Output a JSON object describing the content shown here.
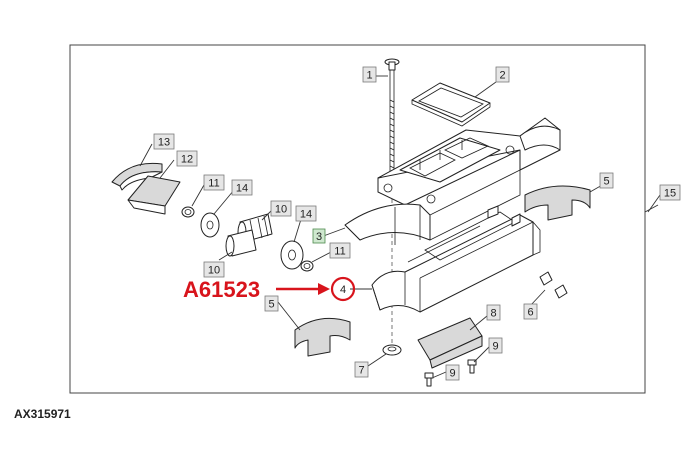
{
  "figure_code": "AX315971",
  "annotation": {
    "text": "A61523",
    "color": "#d8141c"
  },
  "callouts": {
    "c1": "1",
    "c2": "2",
    "c3": "3",
    "c4": "4",
    "c5a": "5",
    "c5b": "5",
    "c6": "6",
    "c7": "7",
    "c8": "8",
    "c9a": "9",
    "c9b": "9",
    "c10a": "10",
    "c10b": "10",
    "c11a": "11",
    "c11b": "11",
    "c12": "12",
    "c13": "13",
    "c14a": "14",
    "c14b": "14",
    "c15": "15"
  }
}
